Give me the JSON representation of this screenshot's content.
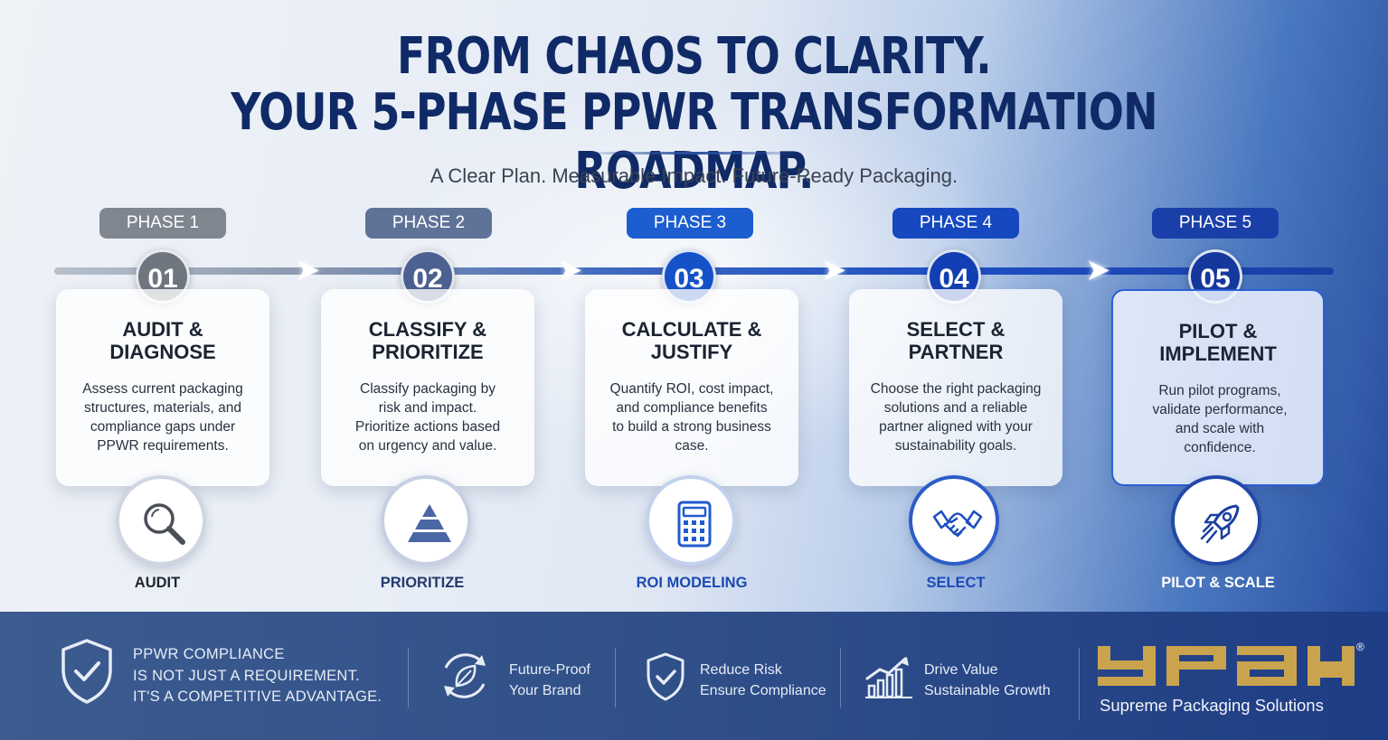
{
  "header": {
    "title_line1": "FROM CHAOS TO CLARITY.",
    "title_line2": "YOUR 5-PHASE PPWR TRANSFORMATION ROADMAP.",
    "subtitle": "A Clear Plan. Measurable Impact. Future-Ready Packaging."
  },
  "phases": [
    {
      "pill": "PHASE 1",
      "number": "01",
      "title_line1": "AUDIT &",
      "title_line2": "DIAGNOSE",
      "desc_lines": [
        "Assess current packaging",
        "structures, materials, and",
        "compliance gaps under",
        "PPWR requirements."
      ],
      "icon": "magnifier-icon",
      "icon_label": "AUDIT",
      "color": "#7f8690"
    },
    {
      "pill": "PHASE 2",
      "number": "02",
      "title_line1": "CLASSIFY &",
      "title_line2": "PRIORITIZE",
      "desc_lines": [
        "Classify packaging by",
        "risk and impact.",
        "Prioritize actions based",
        "on urgency and value."
      ],
      "icon": "pyramid-icon",
      "icon_label": "PRIORITIZE",
      "color": "#5a6f94"
    },
    {
      "pill": "PHASE 3",
      "number": "03",
      "title_line1": "CALCULATE &",
      "title_line2": "JUSTIFY",
      "desc_lines": [
        "Quantify ROI, cost impact,",
        "and compliance benefits",
        "to build a strong business",
        "case."
      ],
      "icon": "calculator-icon",
      "icon_label": "ROI MODELING",
      "color": "#1c5ed0"
    },
    {
      "pill": "PHASE 4",
      "number": "04",
      "title_line1": "SELECT &",
      "title_line2": "PARTNER",
      "desc_lines": [
        "Choose the right packaging",
        "solutions and a reliable",
        "partner aligned with your",
        "sustainability goals."
      ],
      "icon": "handshake-icon",
      "icon_label": "SELECT",
      "color": "#1649c0"
    },
    {
      "pill": "PHASE 5",
      "number": "05",
      "title_line1": "PILOT &",
      "title_line2": "IMPLEMENT",
      "desc_lines": [
        "Run pilot programs,",
        "validate performance,",
        "and scale with",
        "confidence."
      ],
      "icon": "rocket-icon",
      "icon_label": "PILOT & SCALE",
      "color": "#1a3fa8"
    }
  ],
  "footer": {
    "statement_lines": [
      "PPWR COMPLIANCE",
      "IS NOT JUST A REQUIREMENT.",
      "IT'S A COMPETITIVE ADVANTAGE."
    ],
    "benefits": [
      {
        "icon": "recycle-leaf-icon",
        "line1": "Future-Proof",
        "line2": "Your Brand"
      },
      {
        "icon": "shield-check-icon",
        "line1": "Reduce Risk",
        "line2": "Ensure Compliance"
      },
      {
        "icon": "growth-chart-icon",
        "line1": "Drive Value",
        "line2": "Sustainable Growth"
      }
    ],
    "brand_logo": "YPAK",
    "registered_mark": "®",
    "tagline": "Supreme Packaging Solutions"
  }
}
